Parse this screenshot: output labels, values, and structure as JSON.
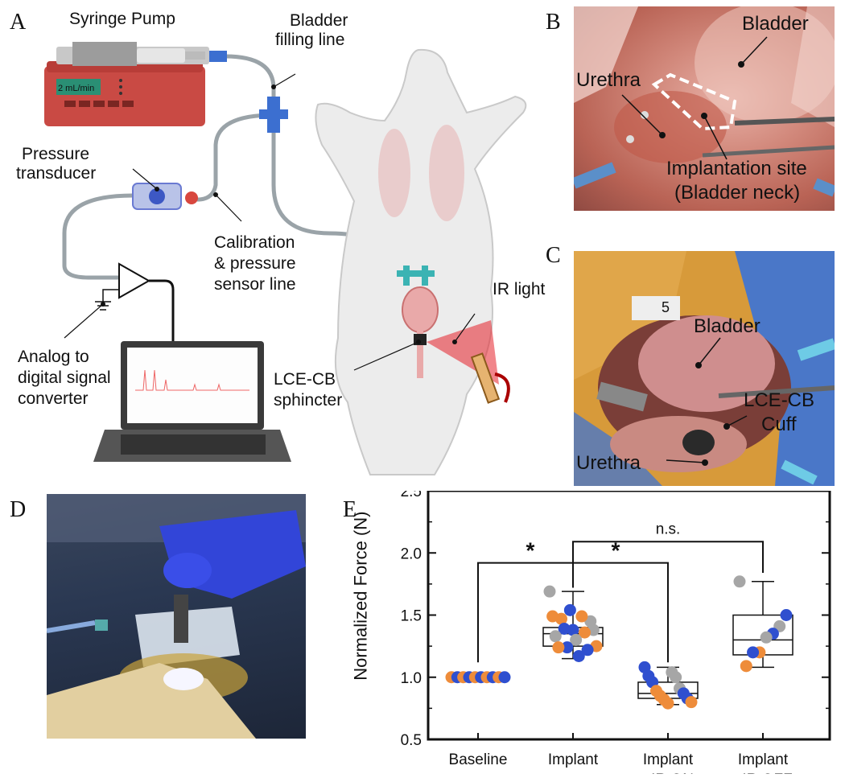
{
  "panels": {
    "a": {
      "letter": "A",
      "labels": {
        "syringe_pump": "Syringe Pump",
        "bladder_filling_line_1": "Bladder",
        "bladder_filling_line_2": "filling line",
        "pump_display": "2 mL/min",
        "pressure_transducer_1": "Pressure",
        "pressure_transducer_2": "transducer",
        "calibration_1": "Calibration",
        "calibration_2": "& pressure",
        "calibration_3": "sensor line",
        "adc_1": "Analog to",
        "adc_2": "digital signal",
        "adc_3": "converter",
        "ir_light": "IR light",
        "sphincter_1": "LCE-CB",
        "sphincter_2": "sphincter"
      }
    },
    "b": {
      "letter": "B",
      "labels": {
        "bladder": "Bladder",
        "urethra": "Urethra",
        "site_1": "Implantation site",
        "site_2": "(Bladder neck)"
      }
    },
    "c": {
      "letter": "C",
      "labels": {
        "bladder": "Bladder",
        "cuff_1": "LCE-CB",
        "cuff_2": "Cuff",
        "urethra": "Urethra",
        "ruler_mark": "5"
      }
    },
    "d": {
      "letter": "D"
    },
    "e": {
      "letter": "E"
    }
  },
  "colors": {
    "orange": "#ee8c3a",
    "blue": "#2f4fcf",
    "gray": "#a6a6a6",
    "red_device": "#d8473e"
  },
  "chart_data": {
    "type": "box+scatter",
    "ylabel": "Normalized  Force (N)",
    "ylim": [
      0.5,
      2.5
    ],
    "yticks": [
      "0.5",
      "1.0",
      "1.5",
      "2.0",
      "2.5"
    ],
    "categories": [
      {
        "line1": "Baseline",
        "line2": ""
      },
      {
        "line1": "Implant",
        "line2": ""
      },
      {
        "line1": "Implant",
        "line2": "+IR ON"
      },
      {
        "line1": "Implant",
        "line2": "+IR OFF"
      }
    ],
    "boxes": [
      {
        "q1": 1.0,
        "median": 1.0,
        "q3": 1.0,
        "whisker_low": 1.0,
        "whisker_high": 1.0
      },
      {
        "q1": 1.25,
        "median": 1.35,
        "q3": 1.4,
        "whisker_low": 1.15,
        "whisker_high": 1.69
      },
      {
        "q1": 0.83,
        "median": 0.87,
        "q3": 0.96,
        "whisker_low": 0.78,
        "whisker_high": 1.08
      },
      {
        "q1": 1.18,
        "median": 1.3,
        "q3": 1.5,
        "whisker_low": 1.08,
        "whisker_high": 1.77
      }
    ],
    "points": [
      [
        [
          "orange",
          1.0
        ],
        [
          "blue",
          1.0
        ],
        [
          "orange",
          1.0
        ],
        [
          "blue",
          1.0
        ],
        [
          "orange",
          1.0
        ],
        [
          "blue",
          1.0
        ],
        [
          "orange",
          1.0
        ],
        [
          "blue",
          1.0
        ],
        [
          "orange",
          1.0
        ],
        [
          "blue",
          1.0
        ]
      ],
      [
        [
          "gray",
          1.69
        ],
        [
          "blue",
          1.54
        ],
        [
          "gray",
          1.45
        ],
        [
          "orange",
          1.47
        ],
        [
          "orange",
          1.49
        ],
        [
          "orange",
          1.49
        ],
        [
          "blue",
          1.38
        ],
        [
          "gray",
          1.38
        ],
        [
          "blue",
          1.39
        ],
        [
          "orange",
          1.36
        ],
        [
          "gray",
          1.33
        ],
        [
          "gray",
          1.3
        ],
        [
          "orange",
          1.25
        ],
        [
          "blue",
          1.24
        ],
        [
          "blue",
          1.22
        ],
        [
          "orange",
          1.24
        ],
        [
          "blue",
          1.17
        ]
      ],
      [
        [
          "blue",
          1.08
        ],
        [
          "gray",
          1.04
        ],
        [
          "blue",
          1.01
        ],
        [
          "gray",
          1.0
        ],
        [
          "blue",
          0.96
        ],
        [
          "gray",
          0.91
        ],
        [
          "orange",
          0.89
        ],
        [
          "blue",
          0.87
        ],
        [
          "orange",
          0.85
        ],
        [
          "blue",
          0.83
        ],
        [
          "orange",
          0.82
        ],
        [
          "orange",
          0.8
        ],
        [
          "orange",
          0.79
        ]
      ],
      [
        [
          "gray",
          1.77
        ],
        [
          "blue",
          1.5
        ],
        [
          "gray",
          1.41
        ],
        [
          "blue",
          1.35
        ],
        [
          "gray",
          1.32
        ],
        [
          "orange",
          1.2
        ],
        [
          "blue",
          1.2
        ],
        [
          "orange",
          1.09
        ]
      ]
    ],
    "significance": [
      {
        "from": 0,
        "to": 1,
        "text": "*"
      },
      {
        "from": 1,
        "to": 2,
        "text": "*"
      },
      {
        "from": 1,
        "to": 3,
        "text": "n.s."
      }
    ]
  }
}
